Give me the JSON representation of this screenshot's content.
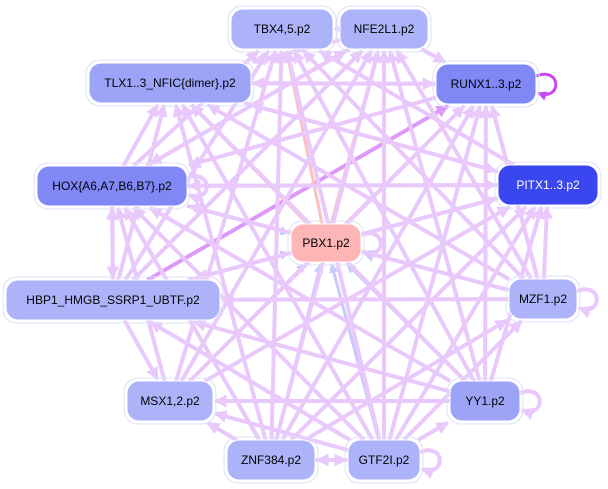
{
  "diagram": {
    "title": "Motif interaction network",
    "edge_colors": {
      "default": "#e9c8fb",
      "strong": "#dd99f7",
      "self_strong": "#c94bf0",
      "to_pbx": "#c5cbfa",
      "from_pbx": "#fcc0c0"
    },
    "nodes": [
      {
        "id": "tbx45",
        "label": "TBX4,5.p2",
        "fill": "#adb3f9",
        "text": "#000000"
      },
      {
        "id": "nfe2l1",
        "label": "NFE2L1.p2",
        "fill": "#adb3f9",
        "text": "#000000"
      },
      {
        "id": "tlx",
        "label": "TLX1..3_NFIC{dimer}.p2",
        "fill": "#9da4f8",
        "text": "#000000"
      },
      {
        "id": "runx",
        "label": "RUNX1..3.p2",
        "fill": "#8088f6",
        "text": "#000000"
      },
      {
        "id": "hox",
        "label": "HOX{A6,A7,B6,B7}.p2",
        "fill": "#8088f6",
        "text": "#000000"
      },
      {
        "id": "pitx",
        "label": "PITX1..3.p2",
        "fill": "#3a46f0",
        "text": "#ffffff"
      },
      {
        "id": "pbx1",
        "label": "PBX1.p2",
        "fill": "#fdb5b5",
        "text": "#000000"
      },
      {
        "id": "hbp1",
        "label": "HBP1_HMGB_SSRP1_UBTF.p2",
        "fill": "#adb3f9",
        "text": "#000000"
      },
      {
        "id": "mzf1",
        "label": "MZF1.p2",
        "fill": "#adb3f9",
        "text": "#000000"
      },
      {
        "id": "msx",
        "label": "MSX1,2.p2",
        "fill": "#adb3f9",
        "text": "#000000"
      },
      {
        "id": "yy1",
        "label": "YY1.p2",
        "fill": "#9da4f8",
        "text": "#000000"
      },
      {
        "id": "znf384",
        "label": "ZNF384.p2",
        "fill": "#adb3f9",
        "text": "#000000"
      },
      {
        "id": "gtf2i",
        "label": "GTF2I.p2",
        "fill": "#adb3f9",
        "text": "#000000"
      }
    ],
    "edges": [
      {
        "from": "nfe2l1",
        "to": "tbx45",
        "kind": "default"
      },
      {
        "from": "nfe2l1",
        "to": "runx",
        "kind": "default"
      },
      {
        "from": "runx",
        "to": "runx",
        "kind": "self_strong"
      },
      {
        "from": "hox",
        "to": "tlx",
        "kind": "default"
      },
      {
        "from": "hbp1",
        "to": "hox",
        "kind": "default"
      },
      {
        "from": "hox",
        "to": "hbp1",
        "kind": "default"
      },
      {
        "from": "hox",
        "to": "hox",
        "kind": "default"
      },
      {
        "from": "hbp1",
        "to": "runx",
        "kind": "strong"
      },
      {
        "from": "mzf1",
        "to": "pitx",
        "kind": "default"
      },
      {
        "from": "mzf1",
        "to": "mzf1",
        "kind": "default"
      },
      {
        "from": "yy1",
        "to": "yy1",
        "kind": "default"
      },
      {
        "from": "gtf2i",
        "to": "gtf2i",
        "kind": "default"
      },
      {
        "from": "znf384",
        "to": "gtf2i",
        "kind": "default"
      },
      {
        "from": "gtf2i",
        "to": "znf384",
        "kind": "default"
      },
      {
        "from": "pbx1",
        "to": "pbx1",
        "kind": "default"
      },
      {
        "from": "pbx1",
        "to": "tbx45",
        "kind": "from_pbx"
      },
      {
        "from": "pbx1",
        "to": "nfe2l1",
        "kind": "from_pbx"
      },
      {
        "from": "pbx1",
        "to": "runx",
        "kind": "from_pbx"
      },
      {
        "from": "pbx1",
        "to": "tlx",
        "kind": "from_pbx"
      },
      {
        "from": "pbx1",
        "to": "pitx",
        "kind": "from_pbx"
      },
      {
        "from": "hox",
        "to": "pbx1",
        "kind": "to_pbx"
      },
      {
        "from": "hbp1",
        "to": "pbx1",
        "kind": "to_pbx"
      },
      {
        "from": "mzf1",
        "to": "pbx1",
        "kind": "to_pbx"
      },
      {
        "from": "yy1",
        "to": "pbx1",
        "kind": "to_pbx"
      },
      {
        "from": "znf384",
        "to": "pbx1",
        "kind": "to_pbx"
      },
      {
        "from": "gtf2i",
        "to": "pbx1",
        "kind": "to_pbx"
      },
      {
        "from": "msx",
        "to": "pbx1",
        "kind": "to_pbx"
      },
      {
        "from": "gtf2i",
        "to": "tbx45",
        "kind": "default"
      },
      {
        "from": "gtf2i",
        "to": "nfe2l1",
        "kind": "default"
      },
      {
        "from": "gtf2i",
        "to": "runx",
        "kind": "default"
      },
      {
        "from": "gtf2i",
        "to": "tlx",
        "kind": "default"
      },
      {
        "from": "gtf2i",
        "to": "hox",
        "kind": "default"
      },
      {
        "from": "gtf2i",
        "to": "pitx",
        "kind": "default"
      },
      {
        "from": "gtf2i",
        "to": "hbp1",
        "kind": "default"
      },
      {
        "from": "gtf2i",
        "to": "mzf1",
        "kind": "default"
      },
      {
        "from": "gtf2i",
        "to": "msx",
        "kind": "default"
      },
      {
        "from": "gtf2i",
        "to": "yy1",
        "kind": "default"
      },
      {
        "from": "znf384",
        "to": "tbx45",
        "kind": "default"
      },
      {
        "from": "znf384",
        "to": "nfe2l1",
        "kind": "default"
      },
      {
        "from": "znf384",
        "to": "runx",
        "kind": "default"
      },
      {
        "from": "znf384",
        "to": "tlx",
        "kind": "default"
      },
      {
        "from": "znf384",
        "to": "hox",
        "kind": "default"
      },
      {
        "from": "znf384",
        "to": "pitx",
        "kind": "default"
      },
      {
        "from": "znf384",
        "to": "mzf1",
        "kind": "default"
      },
      {
        "from": "znf384",
        "to": "msx",
        "kind": "default"
      },
      {
        "from": "yy1",
        "to": "tbx45",
        "kind": "default"
      },
      {
        "from": "yy1",
        "to": "nfe2l1",
        "kind": "default"
      },
      {
        "from": "yy1",
        "to": "runx",
        "kind": "default"
      },
      {
        "from": "yy1",
        "to": "tlx",
        "kind": "default"
      },
      {
        "from": "yy1",
        "to": "hox",
        "kind": "default"
      },
      {
        "from": "yy1",
        "to": "pitx",
        "kind": "default"
      },
      {
        "from": "yy1",
        "to": "hbp1",
        "kind": "default"
      },
      {
        "from": "yy1",
        "to": "msx",
        "kind": "default"
      },
      {
        "from": "mzf1",
        "to": "tbx45",
        "kind": "default"
      },
      {
        "from": "mzf1",
        "to": "nfe2l1",
        "kind": "default"
      },
      {
        "from": "mzf1",
        "to": "runx",
        "kind": "default"
      },
      {
        "from": "mzf1",
        "to": "tlx",
        "kind": "default"
      },
      {
        "from": "mzf1",
        "to": "hox",
        "kind": "default"
      },
      {
        "from": "mzf1",
        "to": "hbp1",
        "kind": "default"
      },
      {
        "from": "msx",
        "to": "tbx45",
        "kind": "default"
      },
      {
        "from": "msx",
        "to": "nfe2l1",
        "kind": "default"
      },
      {
        "from": "msx",
        "to": "runx",
        "kind": "default"
      },
      {
        "from": "msx",
        "to": "hox",
        "kind": "default"
      },
      {
        "from": "msx",
        "to": "pitx",
        "kind": "default"
      },
      {
        "from": "hbp1",
        "to": "tbx45",
        "kind": "default"
      },
      {
        "from": "hbp1",
        "to": "nfe2l1",
        "kind": "default"
      },
      {
        "from": "hbp1",
        "to": "tlx",
        "kind": "default"
      },
      {
        "from": "hbp1",
        "to": "pitx",
        "kind": "default"
      },
      {
        "from": "hbp1",
        "to": "msx",
        "kind": "default"
      },
      {
        "from": "hox",
        "to": "tbx45",
        "kind": "default"
      },
      {
        "from": "hox",
        "to": "nfe2l1",
        "kind": "default"
      },
      {
        "from": "hox",
        "to": "pitx",
        "kind": "default"
      },
      {
        "from": "tlx",
        "to": "runx",
        "kind": "default"
      },
      {
        "from": "tlx",
        "to": "pitx",
        "kind": "default"
      },
      {
        "from": "pitx",
        "to": "tbx45",
        "kind": "default"
      },
      {
        "from": "pitx",
        "to": "tlx",
        "kind": "default"
      },
      {
        "from": "pitx",
        "to": "hox",
        "kind": "default"
      },
      {
        "from": "pitx",
        "to": "hbp1",
        "kind": "default"
      },
      {
        "from": "runx",
        "to": "hox",
        "kind": "default"
      },
      {
        "from": "runx",
        "to": "tlx",
        "kind": "default"
      },
      {
        "from": "nfe2l1",
        "to": "tlx",
        "kind": "default"
      },
      {
        "from": "nfe2l1",
        "to": "hox",
        "kind": "default"
      }
    ]
  }
}
